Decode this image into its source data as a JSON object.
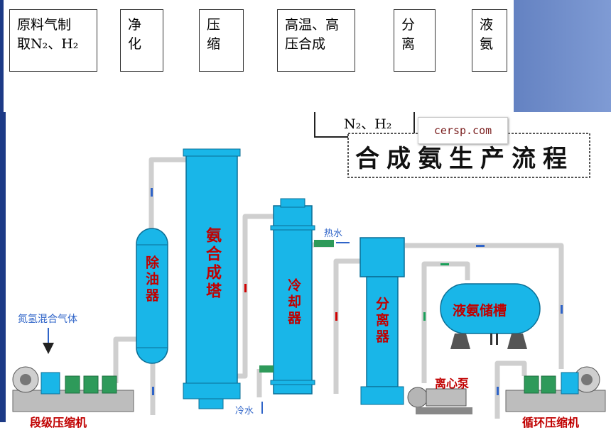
{
  "flow": {
    "feed_line1": "原料气制",
    "feed_line2": "取N₂、H₂",
    "purify_line1": "净",
    "purify_line2": "化",
    "compress_line1": "压",
    "compress_line2": "缩",
    "synth_line1": "高温、高",
    "synth_line2": "压合成",
    "separate_line1": "分",
    "separate_line2": "离",
    "product_line1": "液",
    "product_line2": "氨",
    "recycle_label": "N₂、H₂"
  },
  "watermark": "cersp.com",
  "plant": {
    "title": "合成氨生产流程",
    "synthesis_tower": "氨合成塔",
    "oil_remover": "除油器",
    "cooler": "冷却器",
    "separator": "分离器",
    "ammonia_tank": "液氨储槽",
    "feed_gas": "氮氢混合气体",
    "hot_water": "热水",
    "cold_water": "冷水",
    "pump": "离心泵",
    "stage_compressor": "段级压缩机",
    "recycle_compressor": "循环压缩机"
  },
  "colors": {
    "equipment": "#19b6e8",
    "pipe": "#d8d8d8",
    "label_red": "#d00000",
    "slide_blue": "#16307a"
  }
}
